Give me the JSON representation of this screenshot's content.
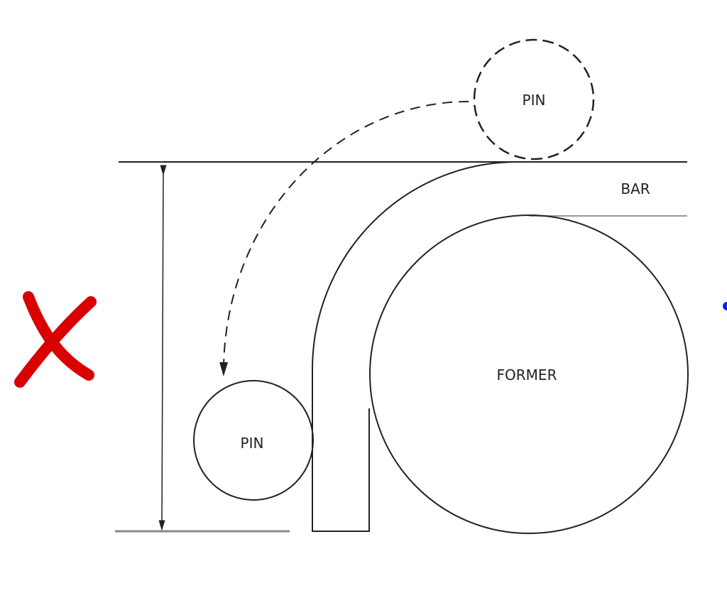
{
  "labels": {
    "top_pin": "PIN",
    "bottom_pin": "PIN",
    "bar": "BAR",
    "former": "FORMER"
  },
  "colors": {
    "line": "#1a1a1a",
    "cross_mark": "#d90000",
    "blue_mark": "#1a1aff"
  },
  "icons": {
    "cross_mark": "red-x-icon"
  }
}
